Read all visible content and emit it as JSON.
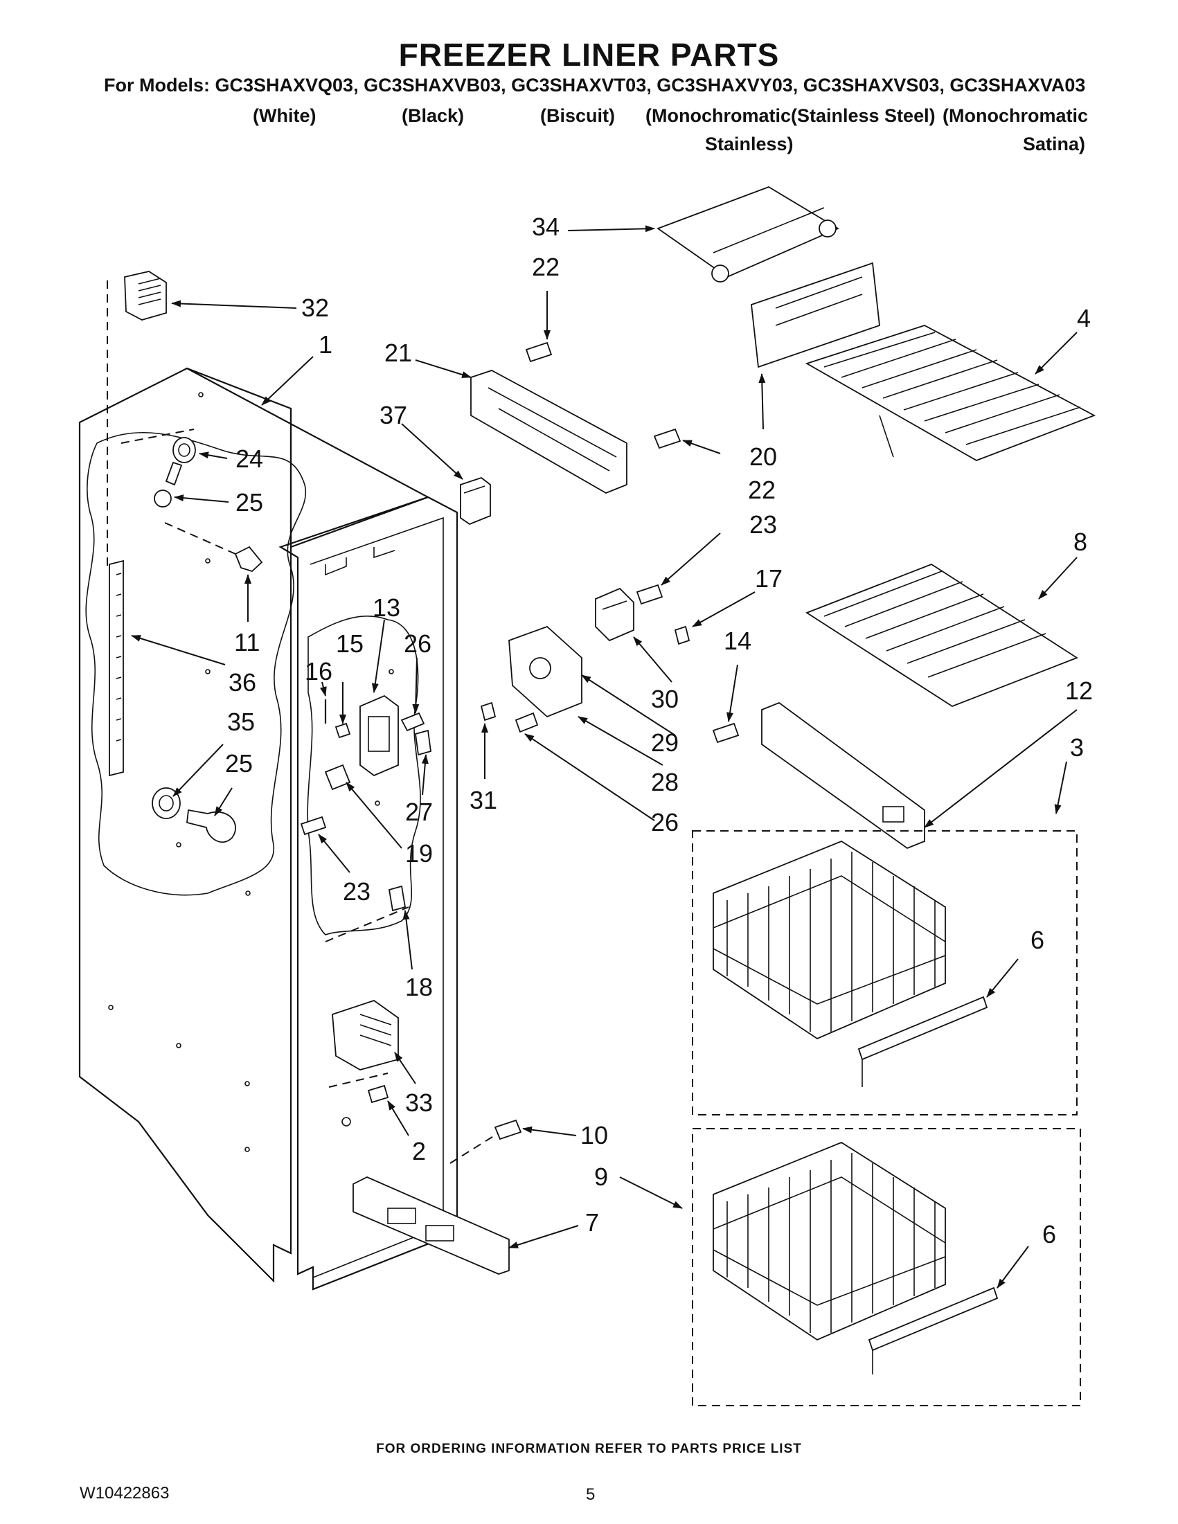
{
  "header": {
    "title": "FREEZER LINER PARTS",
    "models_line": "For Models: GC3SHAXVQ03, GC3SHAXVB03, GC3SHAXVT03, GC3SHAXVY03, GC3SHAXVS03, GC3SHAXVA03",
    "colors": {
      "white": "(White)",
      "black": "(Black)",
      "biscuit": "(Biscuit)",
      "monochromatic_stainless_1": "(Monochromatic",
      "monochromatic_stainless_2": "Stainless)",
      "stainless_steel": "(Stainless Steel)",
      "monochromatic_satina_1": "(Monochromatic",
      "monochromatic_satina_2": "Satina)"
    }
  },
  "part_labels": {
    "p1": "1",
    "p2": "2",
    "p3": "3",
    "p4": "4",
    "p6a": "6",
    "p6b": "6",
    "p7": "7",
    "p8": "8",
    "p9": "9",
    "p10": "10",
    "p11": "11",
    "p12": "12",
    "p13": "13",
    "p14": "14",
    "p15": "15",
    "p16": "16",
    "p17": "17",
    "p18": "18",
    "p19": "19",
    "p20": "20",
    "p21": "21",
    "p22a": "22",
    "p22b": "22",
    "p23a": "23",
    "p23b": "23",
    "p24": "24",
    "p25a": "25",
    "p25b": "25",
    "p26a": "26",
    "p26b": "26",
    "p27": "27",
    "p28": "28",
    "p29": "29",
    "p30": "30",
    "p31": "31",
    "p32": "32",
    "p33": "33",
    "p34": "34",
    "p35": "35",
    "p36": "36",
    "p37": "37"
  },
  "footer": {
    "ordering_info": "FOR ORDERING INFORMATION REFER TO PARTS PRICE LIST",
    "doc_number": "W10422863",
    "page_number": "5"
  }
}
